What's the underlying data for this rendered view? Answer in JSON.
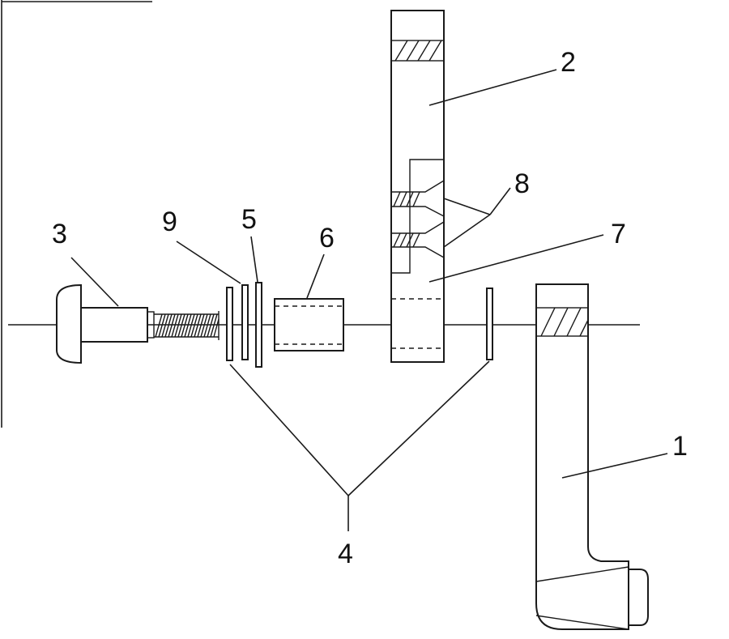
{
  "diagram": {
    "labels": {
      "part_1": "1",
      "part_2": "2",
      "part_3": "3",
      "part_4": "4",
      "part_5": "5",
      "part_6": "6",
      "part_7": "7",
      "part_8": "8",
      "part_9": "9"
    },
    "line_color": "#1a1a1a",
    "background": "#ffffff"
  }
}
